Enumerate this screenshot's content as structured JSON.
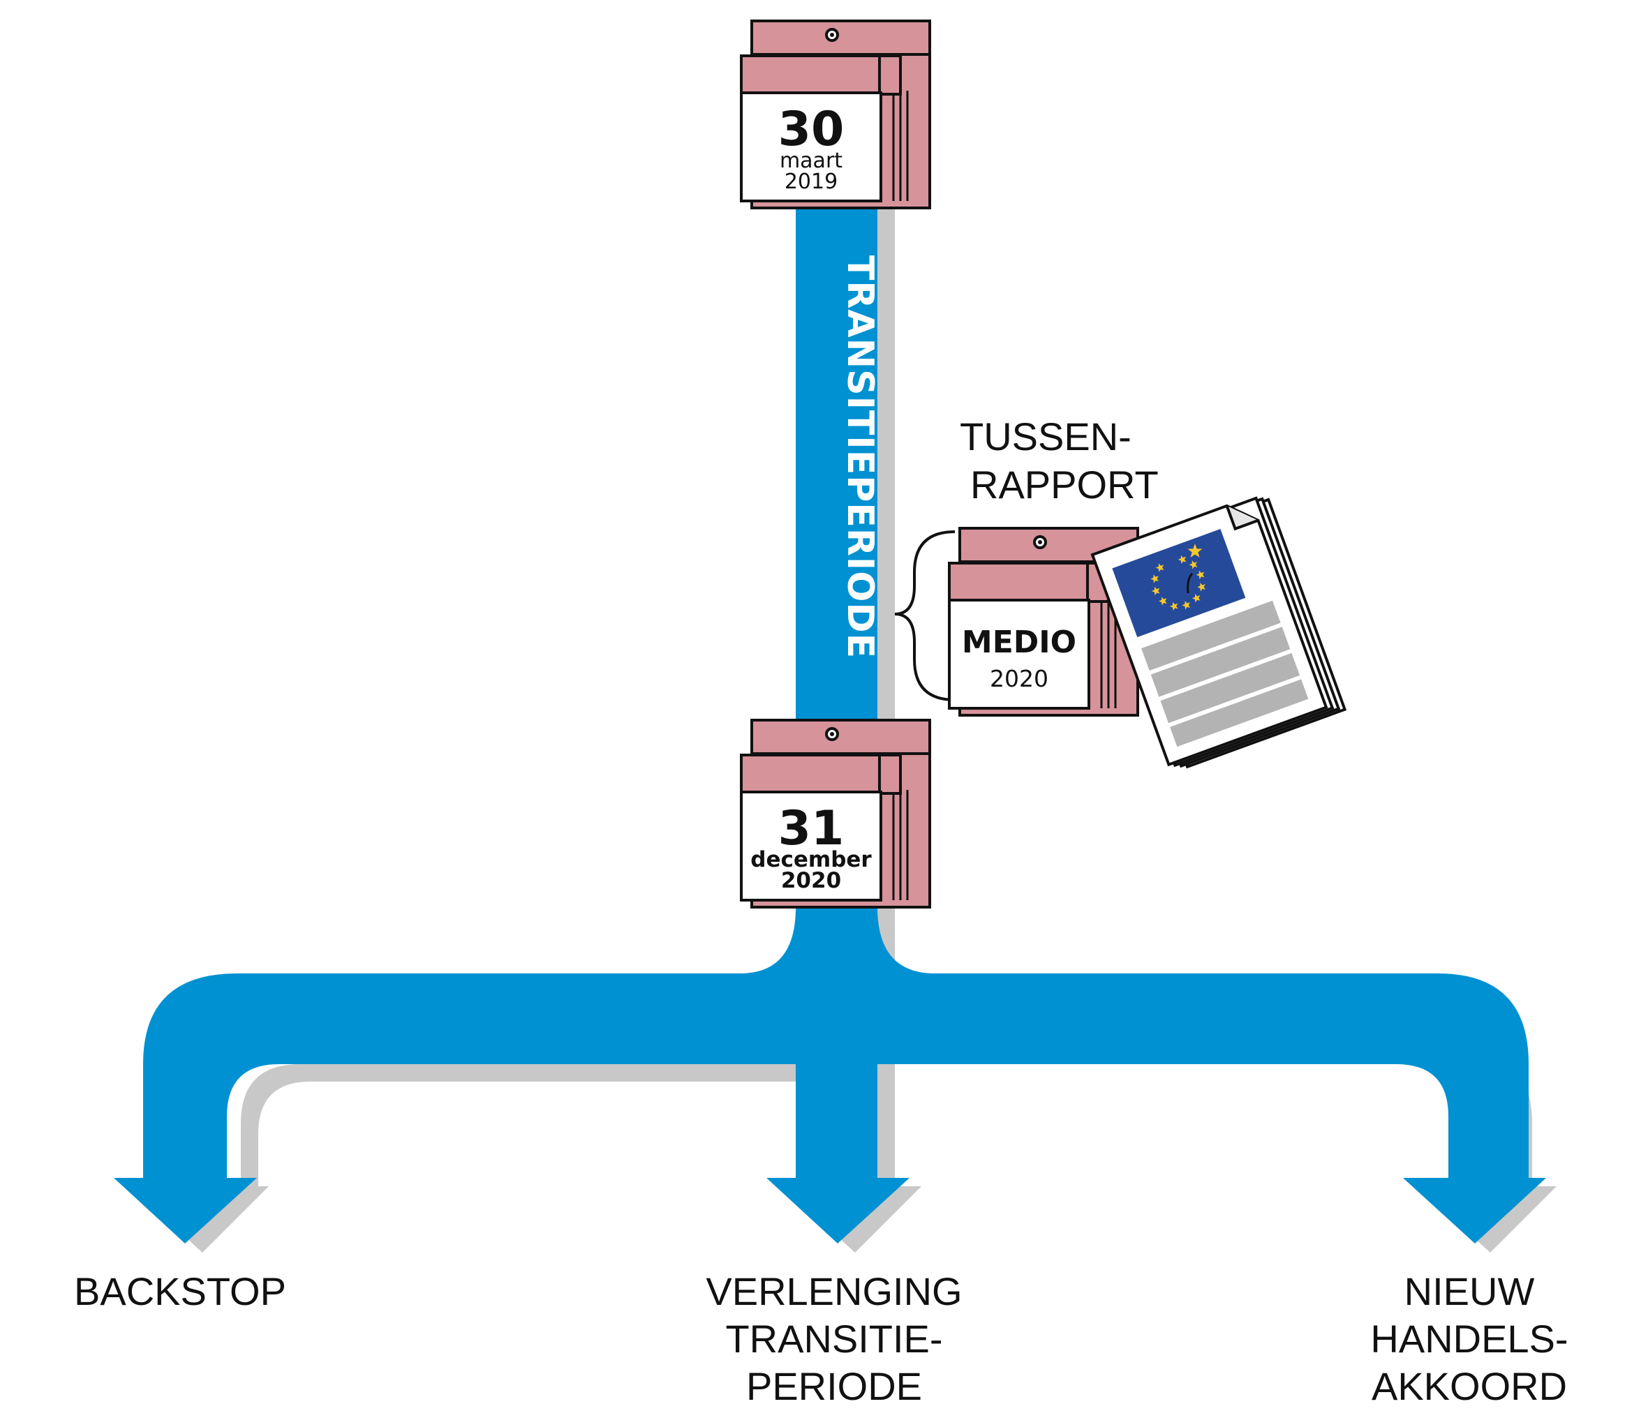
{
  "colors": {
    "flow_blue": "#0091d2",
    "shadow_gray": "#c8c8c8",
    "calendar_pink": "#d6939a",
    "eu_blue": "#264a9a",
    "eu_star": "#f6c82c",
    "doc_bar_gray": "#b3b3b3"
  },
  "transition_label": "TRANSITIEPERIODE",
  "calendar_start": {
    "day": "30",
    "month": "maart",
    "year": "2019"
  },
  "calendar_end": {
    "day": "31",
    "month": "december",
    "year": "2020"
  },
  "calendar_mid": {
    "day": "MEDIO",
    "year": "2020"
  },
  "report": {
    "line1": "TUSSEN-",
    "line2": "RAPPORT"
  },
  "outcomes": {
    "left": {
      "line1": "BACKSTOP"
    },
    "middle": {
      "line1": "VERLENGING",
      "line2": "TRANSITIE-",
      "line3": "PERIODE"
    },
    "right": {
      "line1": "NIEUW",
      "line2": "HANDELS-",
      "line3": "AKKOORD"
    }
  },
  "icons": [
    "calendar-icon",
    "eu-flag-icon",
    "report-document-icon",
    "curly-brace-icon",
    "arrow-down-icon"
  ]
}
